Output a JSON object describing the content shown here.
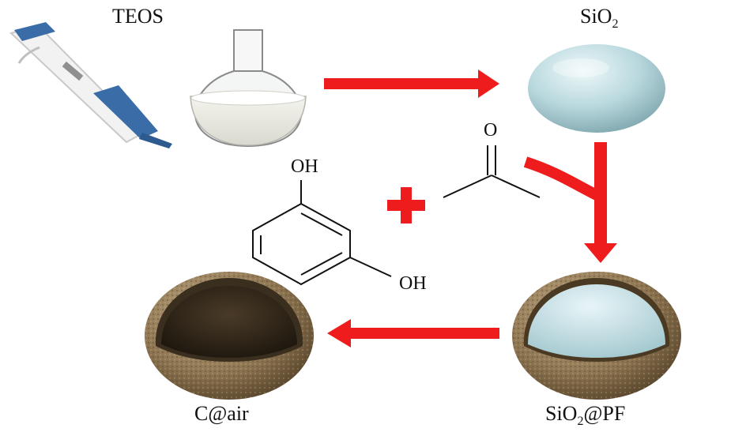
{
  "labels": {
    "teos": "TEOS",
    "sio2_prefix": "SiO",
    "sio2_sub": "2",
    "sio2pf_prefix": "SiO",
    "sio2pf_sub": "2",
    "sio2pf_suffix": "@PF",
    "cair": "C@air"
  },
  "chemistry": {
    "resorcinol_oh_top": "OH",
    "resorcinol_oh_bottom": "OH",
    "acetone_o": "O"
  },
  "colors": {
    "arrow_red": "#ee1c1c",
    "silica_blue": "#b9d9de",
    "shell_brown": "#8b7352",
    "carbon_dark": "#2a2218",
    "pipette_blue": "#3a6da8"
  },
  "icons": [
    "pipette-icon",
    "flask-icon",
    "silica-sphere-icon",
    "core-shell-sphere-icon",
    "hollow-carbon-sphere-icon",
    "plus-icon"
  ]
}
